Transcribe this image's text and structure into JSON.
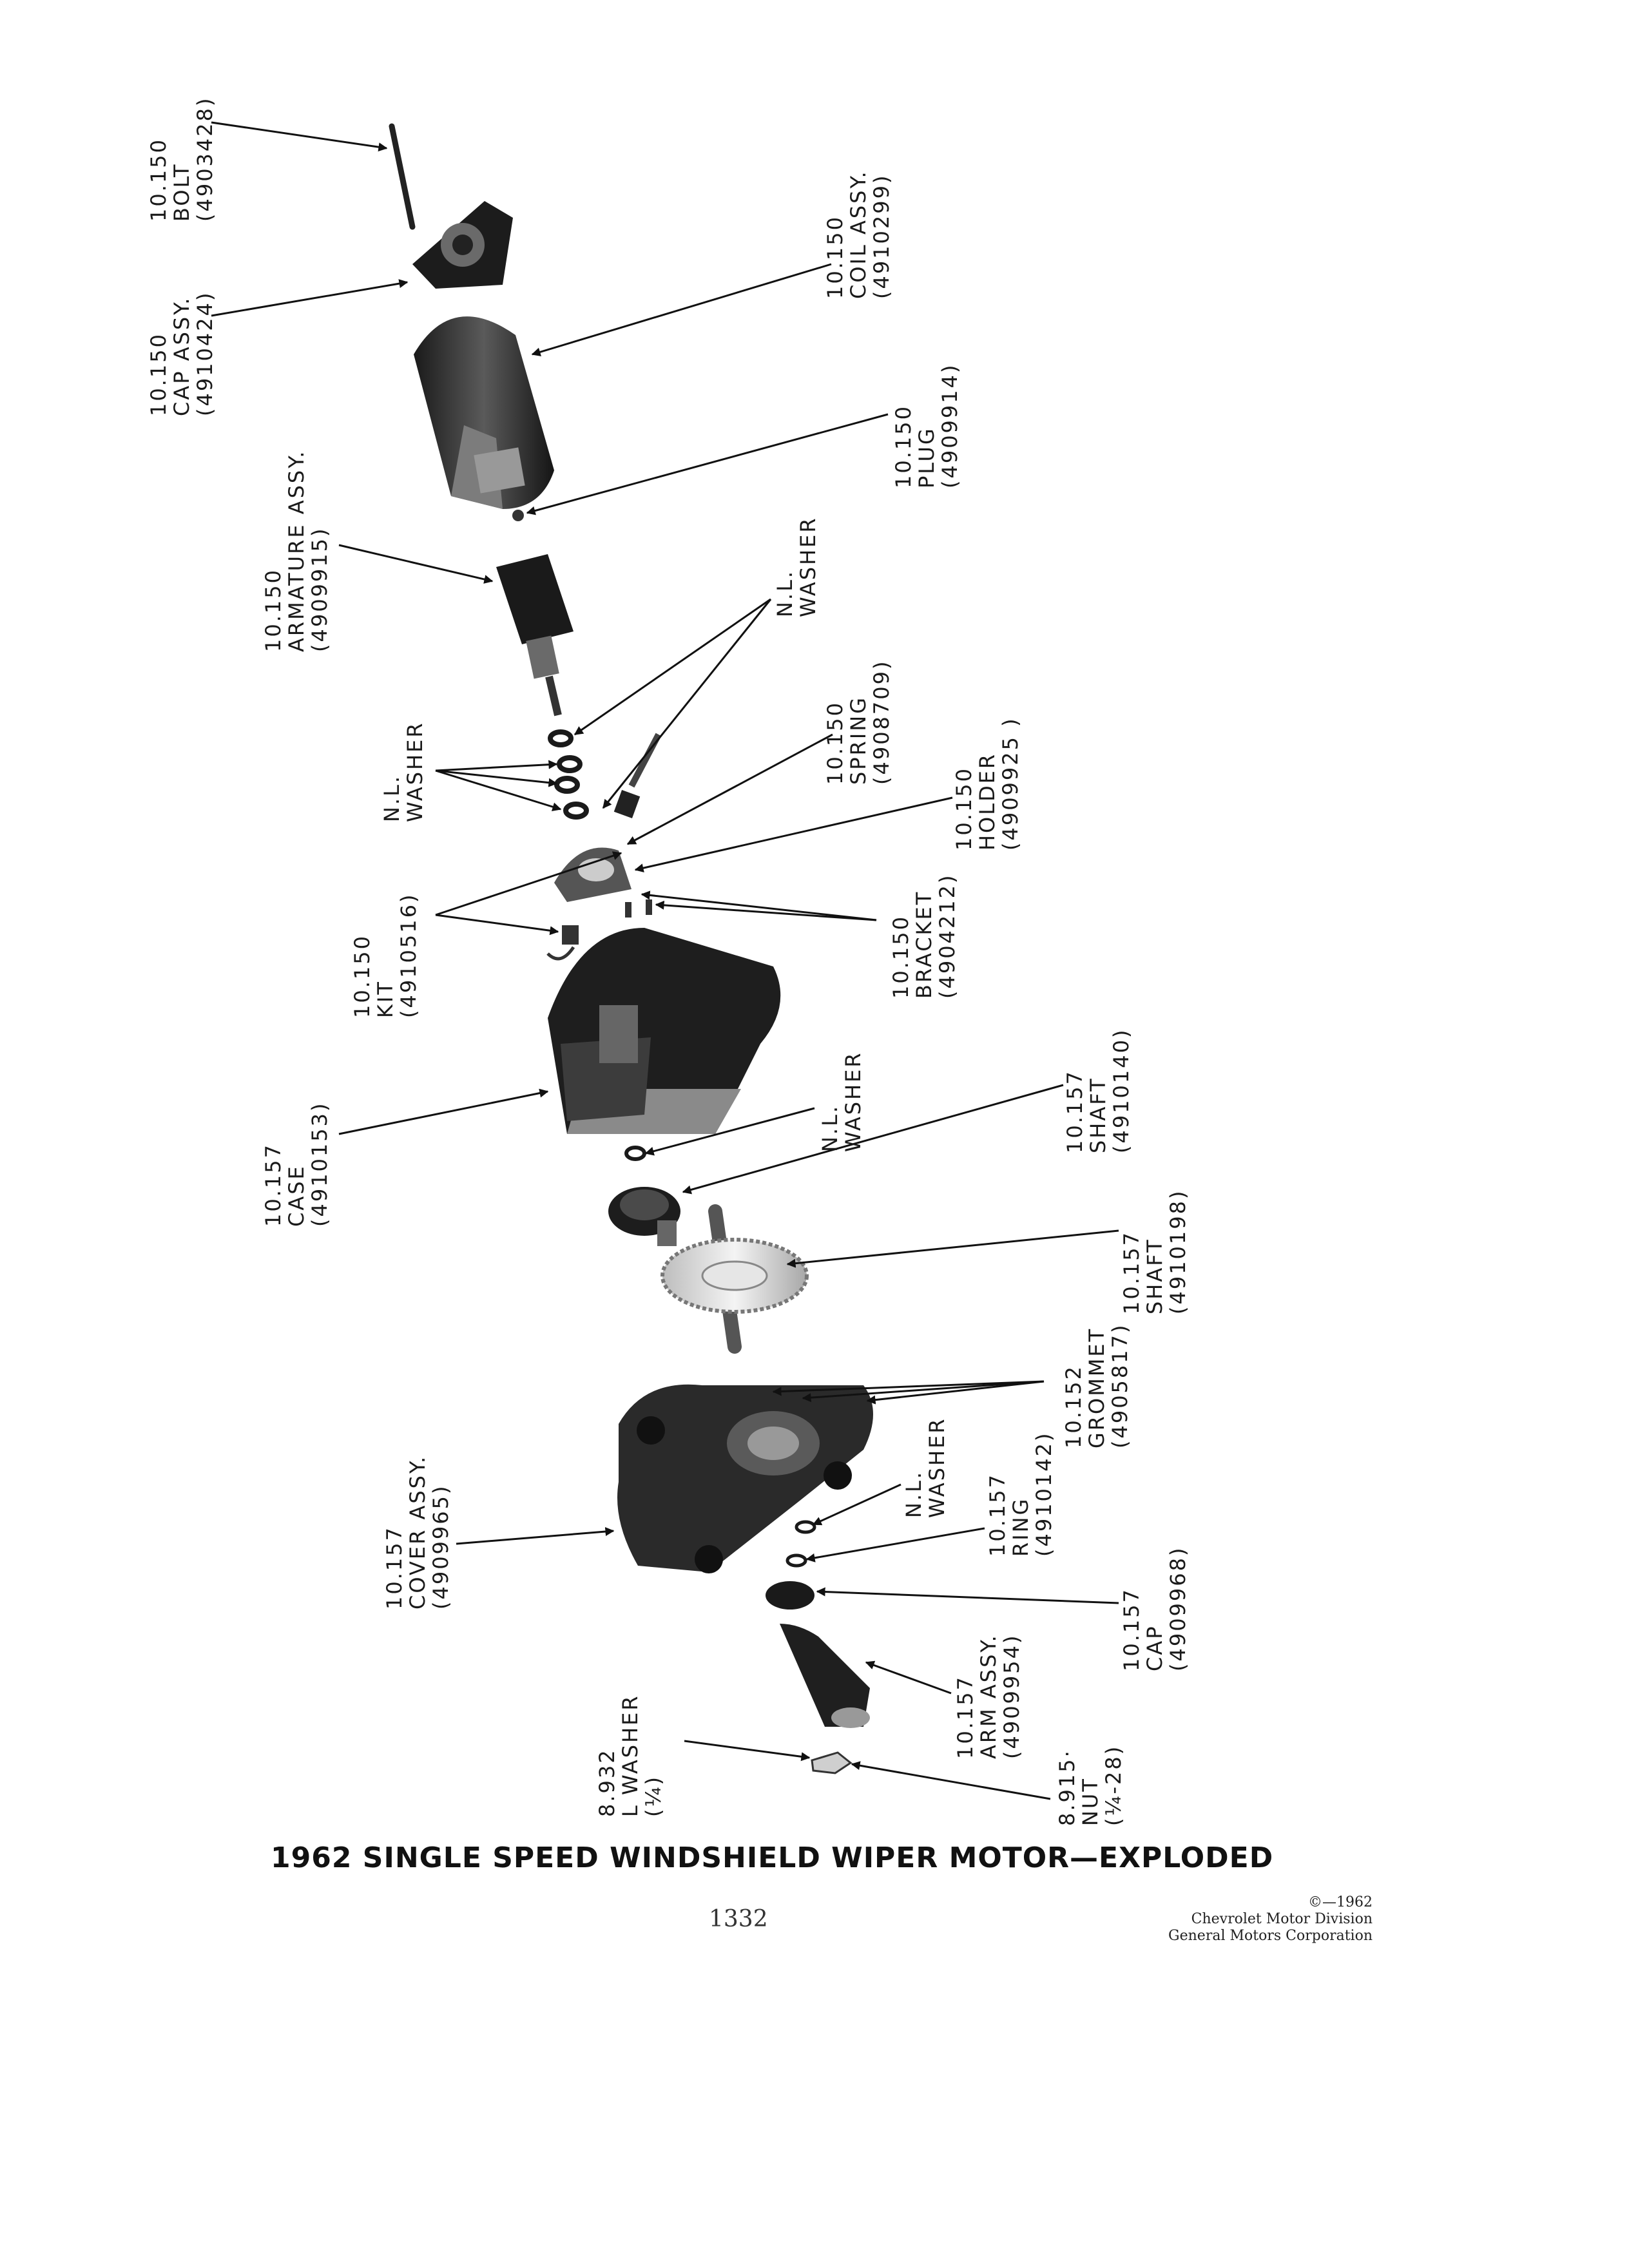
{
  "title": "1962 SINGLE SPEED WINDSHIELD WIPER MOTOR—EXPLODED",
  "page_number": "1332",
  "copyright": {
    "line1": "©—1962",
    "line2": "Chevrolet Motor Division",
    "line3": "General Motors Corporation"
  },
  "labels": {
    "bolt": {
      "l1": "10.150",
      "l2": "BOLT",
      "l3": "(4903428)"
    },
    "cap_assy": {
      "l1": "10.150",
      "l2": "CAP ASSY.",
      "l3": "(4910424)"
    },
    "coil_assy": {
      "l1": "10.150",
      "l2": "COIL ASSY.",
      "l3": "(4910299)"
    },
    "plug": {
      "l1": "10.150",
      "l2": "PLUG",
      "l3": "(4909914)"
    },
    "armature": {
      "l1": "10.150",
      "l2": "ARMATURE ASSY.",
      "l3": "(4909915)"
    },
    "nl_washer_a": {
      "l1": "N.L.",
      "l2": "WASHER"
    },
    "nl_washer_b": {
      "l1": "N.L.",
      "l2": "WASHER"
    },
    "spring": {
      "l1": "10.150",
      "l2": "SPRING",
      "l3": "(4908709)"
    },
    "holder": {
      "l1": "10.150",
      "l2": "HOLDER",
      "l3": "(4909925 )"
    },
    "kit": {
      "l1": "10.150",
      "l2": "KIT",
      "l3": "(4910516)"
    },
    "bracket": {
      "l1": "10.150",
      "l2": "BRACKET",
      "l3": "(4904212)"
    },
    "case": {
      "l1": "10.157",
      "l2": "CASE",
      "l3": "(4910153)"
    },
    "nl_washer_c": {
      "l1": "N.L.",
      "l2": "WASHER"
    },
    "shaft_a": {
      "l1": "10.157",
      "l2": "SHAFT",
      "l3": "(4910140)"
    },
    "shaft_b": {
      "l1": "10.157",
      "l2": "SHAFT",
      "l3": "(4910198)"
    },
    "grommet": {
      "l1": "10.152",
      "l2": "GROMMET",
      "l3": "(4905817)"
    },
    "cover_assy": {
      "l1": "10.157",
      "l2": "COVER ASSY.",
      "l3": "(4909965)"
    },
    "nl_washer_d": {
      "l1": "N.L.",
      "l2": "WASHER"
    },
    "ring": {
      "l1": "10.157",
      "l2": "RING",
      "l3": "(4910142)"
    },
    "cap": {
      "l1": "10.157",
      "l2": "CAP",
      "l3": "(4909968)"
    },
    "arm_assy": {
      "l1": "10.157",
      "l2": "ARM ASSY.",
      "l3": "(4909954)"
    },
    "l_washer": {
      "l1": "8.932",
      "l2": "L WASHER",
      "l3": "(¼)"
    },
    "nut": {
      "l1": "8.915·",
      "l2": "NUT",
      "l3": "(¼-28)"
    }
  }
}
